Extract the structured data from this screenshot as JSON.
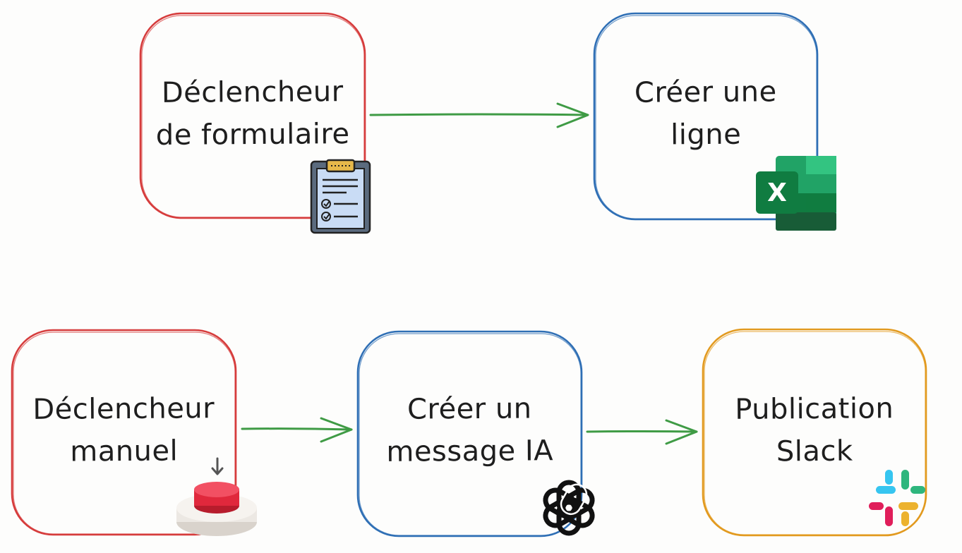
{
  "nodes": [
    {
      "id": "form-trigger",
      "lines": [
        "Déclencheur",
        "de formulaire"
      ],
      "color": "#d63c3c",
      "icon": "clipboard-checklist-icon"
    },
    {
      "id": "excel-row",
      "lines": [
        "Créer une",
        "ligne"
      ],
      "color": "#2f6fb5",
      "icon": "excel-icon"
    },
    {
      "id": "manual-trigger",
      "lines": [
        "Déclencheur",
        "manuel"
      ],
      "color": "#d63c3c",
      "icon": "red-push-button-icon"
    },
    {
      "id": "ai-message",
      "lines": [
        "Créer un",
        "message IA"
      ],
      "color": "#2f6fb5",
      "icon": "openai-icon"
    },
    {
      "id": "slack-post",
      "lines": [
        "Publication",
        "Slack"
      ],
      "color": "#e29a1f",
      "icon": "slack-icon"
    }
  ],
  "edges": [
    {
      "from": "form-trigger",
      "to": "excel-row"
    },
    {
      "from": "manual-trigger",
      "to": "ai-message"
    },
    {
      "from": "ai-message",
      "to": "slack-post"
    }
  ],
  "colors": {
    "arrow": "#3f9b45",
    "text": "#1e1e1e"
  },
  "icons": {
    "excel_letter": "X"
  }
}
